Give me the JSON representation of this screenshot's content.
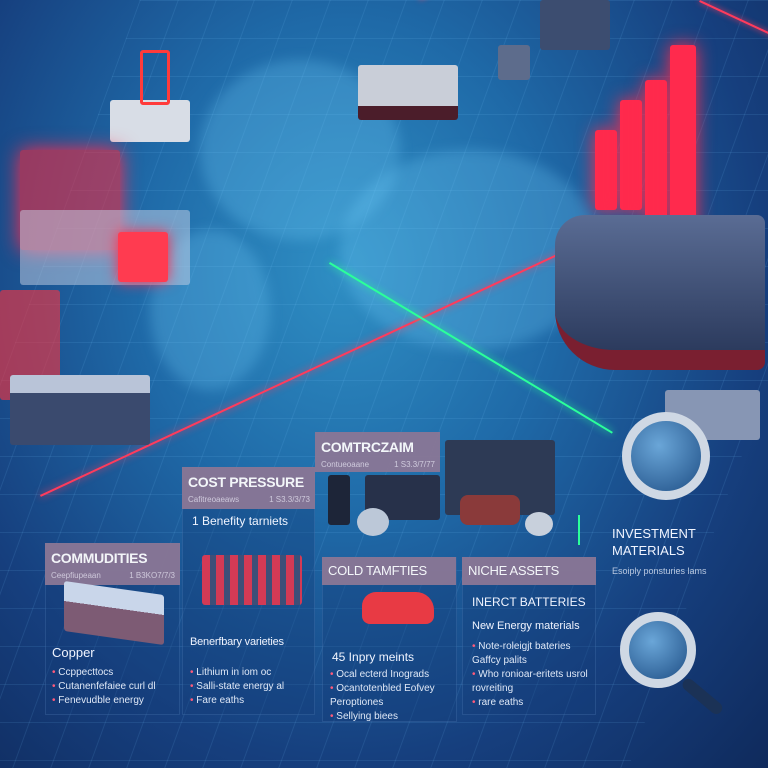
{
  "colors": {
    "accent_red": "#ff2a4d",
    "accent_green": "#2bff9a",
    "panel_header": "#8a7796"
  },
  "panels": {
    "commodities": {
      "title": "COMMUDITIES",
      "sub_left": "Ceepfiupeaan",
      "sub_right": "1 B3KO7/7/3",
      "item_title": "Copper",
      "bullets": [
        "Ccppecttocs",
        "Cutanenfefaiee curl dl",
        "Fenevudble energy"
      ]
    },
    "cost_pressure": {
      "title": "COST PRESSURE",
      "sub_left": "Cafitreoaeaws",
      "sub_right": "1 S3.3/3/73",
      "tagline": "1 Benefity tarniets",
      "item_title": "Benerfbary varieties",
      "bullets": [
        "Lithium in iom oc",
        "Salli-state energy al",
        "Fare eaths"
      ]
    },
    "contract": {
      "title": "COMTRCZAIM",
      "sub_left": "Contueoaane",
      "sub_right": "1 S3.3/7/77"
    },
    "cold": {
      "title": "COLD TAMFTIES",
      "item_title": "45 Inpry meints",
      "bullets": [
        "Ocal ecterd Inograds",
        "Ocantotenbled Eofvey Peroptiones",
        "Sellying biees"
      ]
    },
    "niche": {
      "title": "NICHE ASSETS",
      "subtitle": "INERCT BATTERIES",
      "item_title": "New Energy materials",
      "bullets": [
        "Note-roleigjt bateries Gaffcy palits",
        "Who ronioar-eritets usrol rovreiting",
        "rare eaths"
      ]
    },
    "investment": {
      "title_line1": "INVESTMENT",
      "title_line2": "MATERIALS",
      "sub": "Esoiply ponsturies lams"
    }
  }
}
